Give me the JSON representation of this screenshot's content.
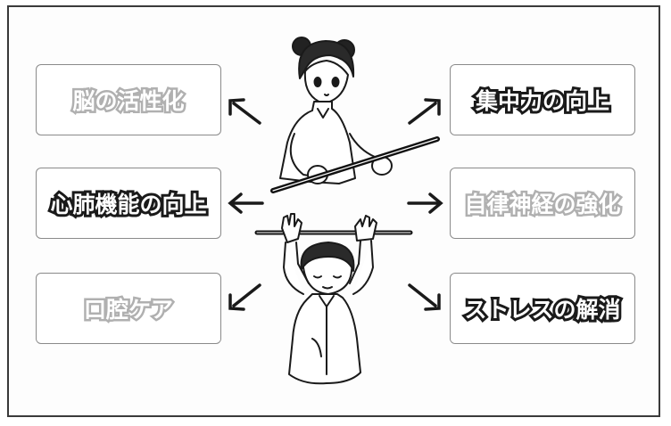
{
  "effects": {
    "left": [
      {
        "label": "脳の活性化",
        "style": "light"
      },
      {
        "label": "心肺機能の向上",
        "style": "dark"
      },
      {
        "label": "口腔ケア",
        "style": "light"
      }
    ],
    "right": [
      {
        "label": "集中力の向上",
        "style": "dark"
      },
      {
        "label": "自律神経の強化",
        "style": "light"
      },
      {
        "label": "ストレスの解消",
        "style": "dark"
      }
    ]
  },
  "illustration": {
    "top_figure": "woman-holding-stick-icon",
    "bottom_figure": "man-raising-stick-icon"
  },
  "colors": {
    "ink": "#1a1a1a",
    "light_ink": "#b0b0b0",
    "border": "#8a8a8a"
  }
}
